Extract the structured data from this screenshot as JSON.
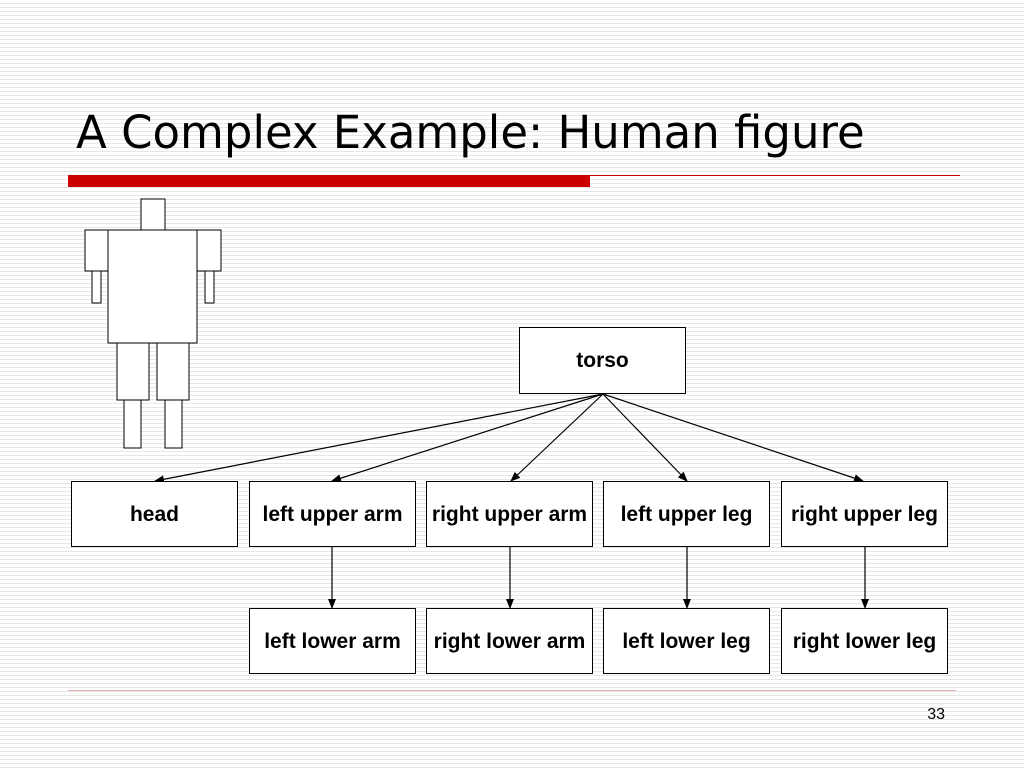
{
  "slide": {
    "title": "A Complex Example: Human figure",
    "page_number": "33"
  },
  "colors": {
    "accent": "#cc0000",
    "footer_line": "#e6b3b3"
  },
  "tree": {
    "root": "torso",
    "level1": [
      "head",
      "left upper arm",
      "right upper arm",
      "left upper leg",
      "right upper leg"
    ],
    "level2": [
      "left lower arm",
      "right lower arm",
      "left lower leg",
      "right lower leg"
    ]
  },
  "edges": [
    [
      "torso",
      "head"
    ],
    [
      "torso",
      "left upper arm"
    ],
    [
      "torso",
      "right upper arm"
    ],
    [
      "torso",
      "left upper leg"
    ],
    [
      "torso",
      "right upper leg"
    ],
    [
      "left upper arm",
      "left lower arm"
    ],
    [
      "right upper arm",
      "right lower arm"
    ],
    [
      "left upper leg",
      "left lower leg"
    ],
    [
      "right upper leg",
      "right lower leg"
    ]
  ]
}
